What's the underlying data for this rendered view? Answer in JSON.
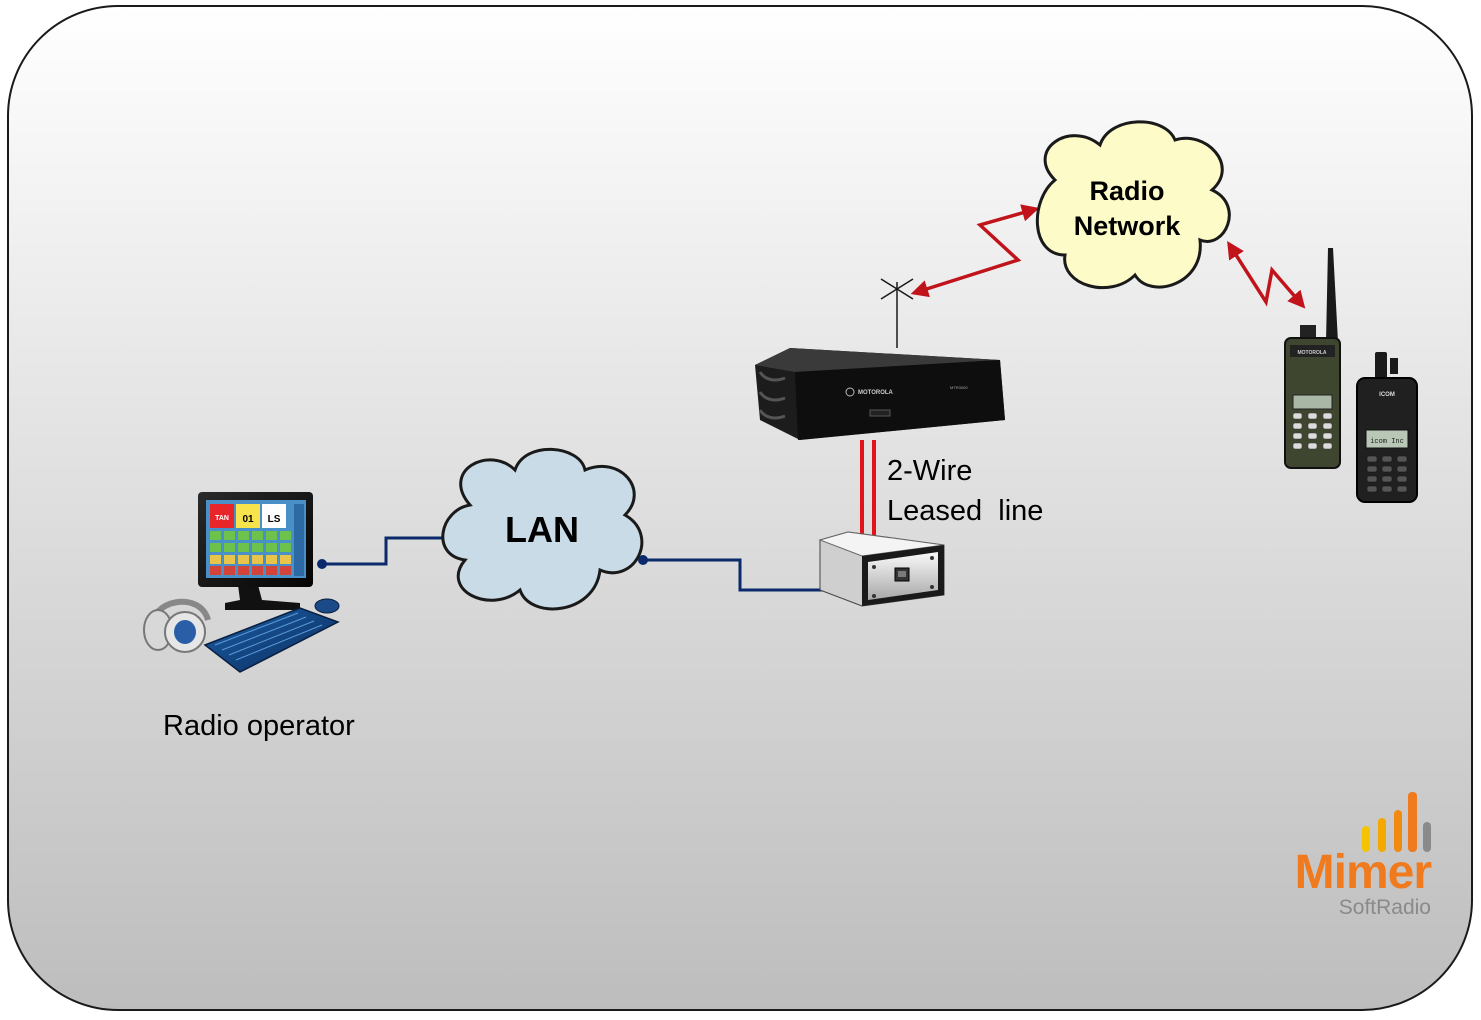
{
  "labels": {
    "radio_network_line1": "Radio",
    "radio_network_line2": "Network",
    "lan": "LAN",
    "two_wire_line1": "2-Wire",
    "two_wire_line2": "Leased  line",
    "radio_operator": "Radio operator"
  },
  "devices": {
    "base_station_brand": "MOTOROLA",
    "base_station_model": "MTR3000",
    "handheld_1_brand": "MOTOROLA",
    "handheld_2_brand": "ICOM",
    "handheld_2_screen": "icom Inc"
  },
  "console_screen": {
    "cells": [
      "TAN",
      "01",
      "LS"
    ]
  },
  "logo": {
    "brand": "Mimer",
    "product": "SoftRadio"
  },
  "colors": {
    "background_top": "#ffffff",
    "background_bottom": "#c0c0c0",
    "frame_border": "#1a1a1a",
    "lan_cloud": "#c9dbe6",
    "radio_cloud": "#fdfbc8",
    "lan_link": "#0a2a6b",
    "leased_line": "#e0141a",
    "radio_link": "#c0141a",
    "logo_orange": "#f07a1e",
    "logo_yellow": "#f5c400",
    "logo_gray": "#8a8a8a"
  }
}
